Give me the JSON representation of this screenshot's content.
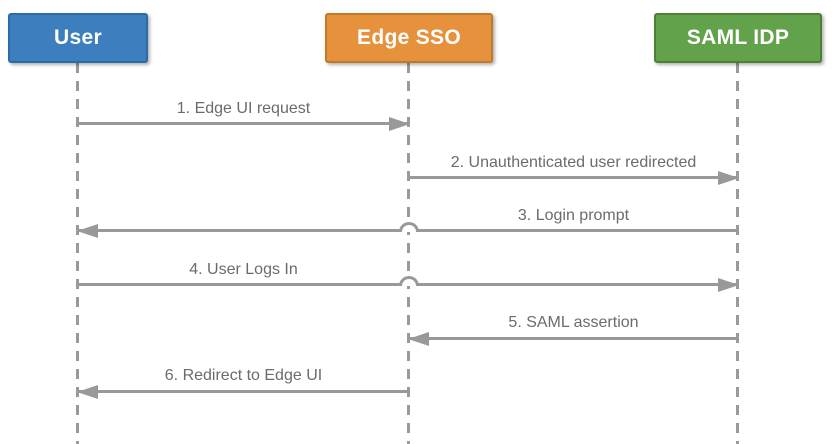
{
  "diagram": {
    "type": "sequence",
    "actors": [
      {
        "id": "user",
        "label": "User",
        "fill": "#3d7ebe",
        "border": "#2c6ba6",
        "text_color": "#ffffff"
      },
      {
        "id": "edge-sso",
        "label": "Edge SSO",
        "fill": "#e6913c",
        "border": "#c07a2b",
        "text_color": "#ffffff"
      },
      {
        "id": "saml-idp",
        "label": "SAML IDP",
        "fill": "#61a24b",
        "border": "#4d8035",
        "text_color": "#ffffff"
      }
    ],
    "messages": [
      {
        "seq": 1,
        "label": "1. Edge UI request",
        "from": "User",
        "to": "Edge SSO",
        "direction": "right"
      },
      {
        "seq": 2,
        "label": "2. Unauthenticated user redirected",
        "from": "Edge SSO",
        "to": "SAML IDP",
        "direction": "right"
      },
      {
        "seq": 3,
        "label": "3. Login prompt",
        "from": "SAML IDP",
        "to": "User",
        "direction": "left"
      },
      {
        "seq": 4,
        "label": "4. User Logs In",
        "from": "User",
        "to": "SAML IDP",
        "direction": "right"
      },
      {
        "seq": 5,
        "label": "5. SAML assertion",
        "from": "SAML IDP",
        "to": "Edge SSO",
        "direction": "left"
      },
      {
        "seq": 6,
        "label": "6. Redirect to Edge UI",
        "from": "Edge SSO",
        "to": "User",
        "direction": "left"
      }
    ],
    "line_color": "#999999",
    "label_color": "#6b6b6b",
    "background": "#ffffff"
  }
}
